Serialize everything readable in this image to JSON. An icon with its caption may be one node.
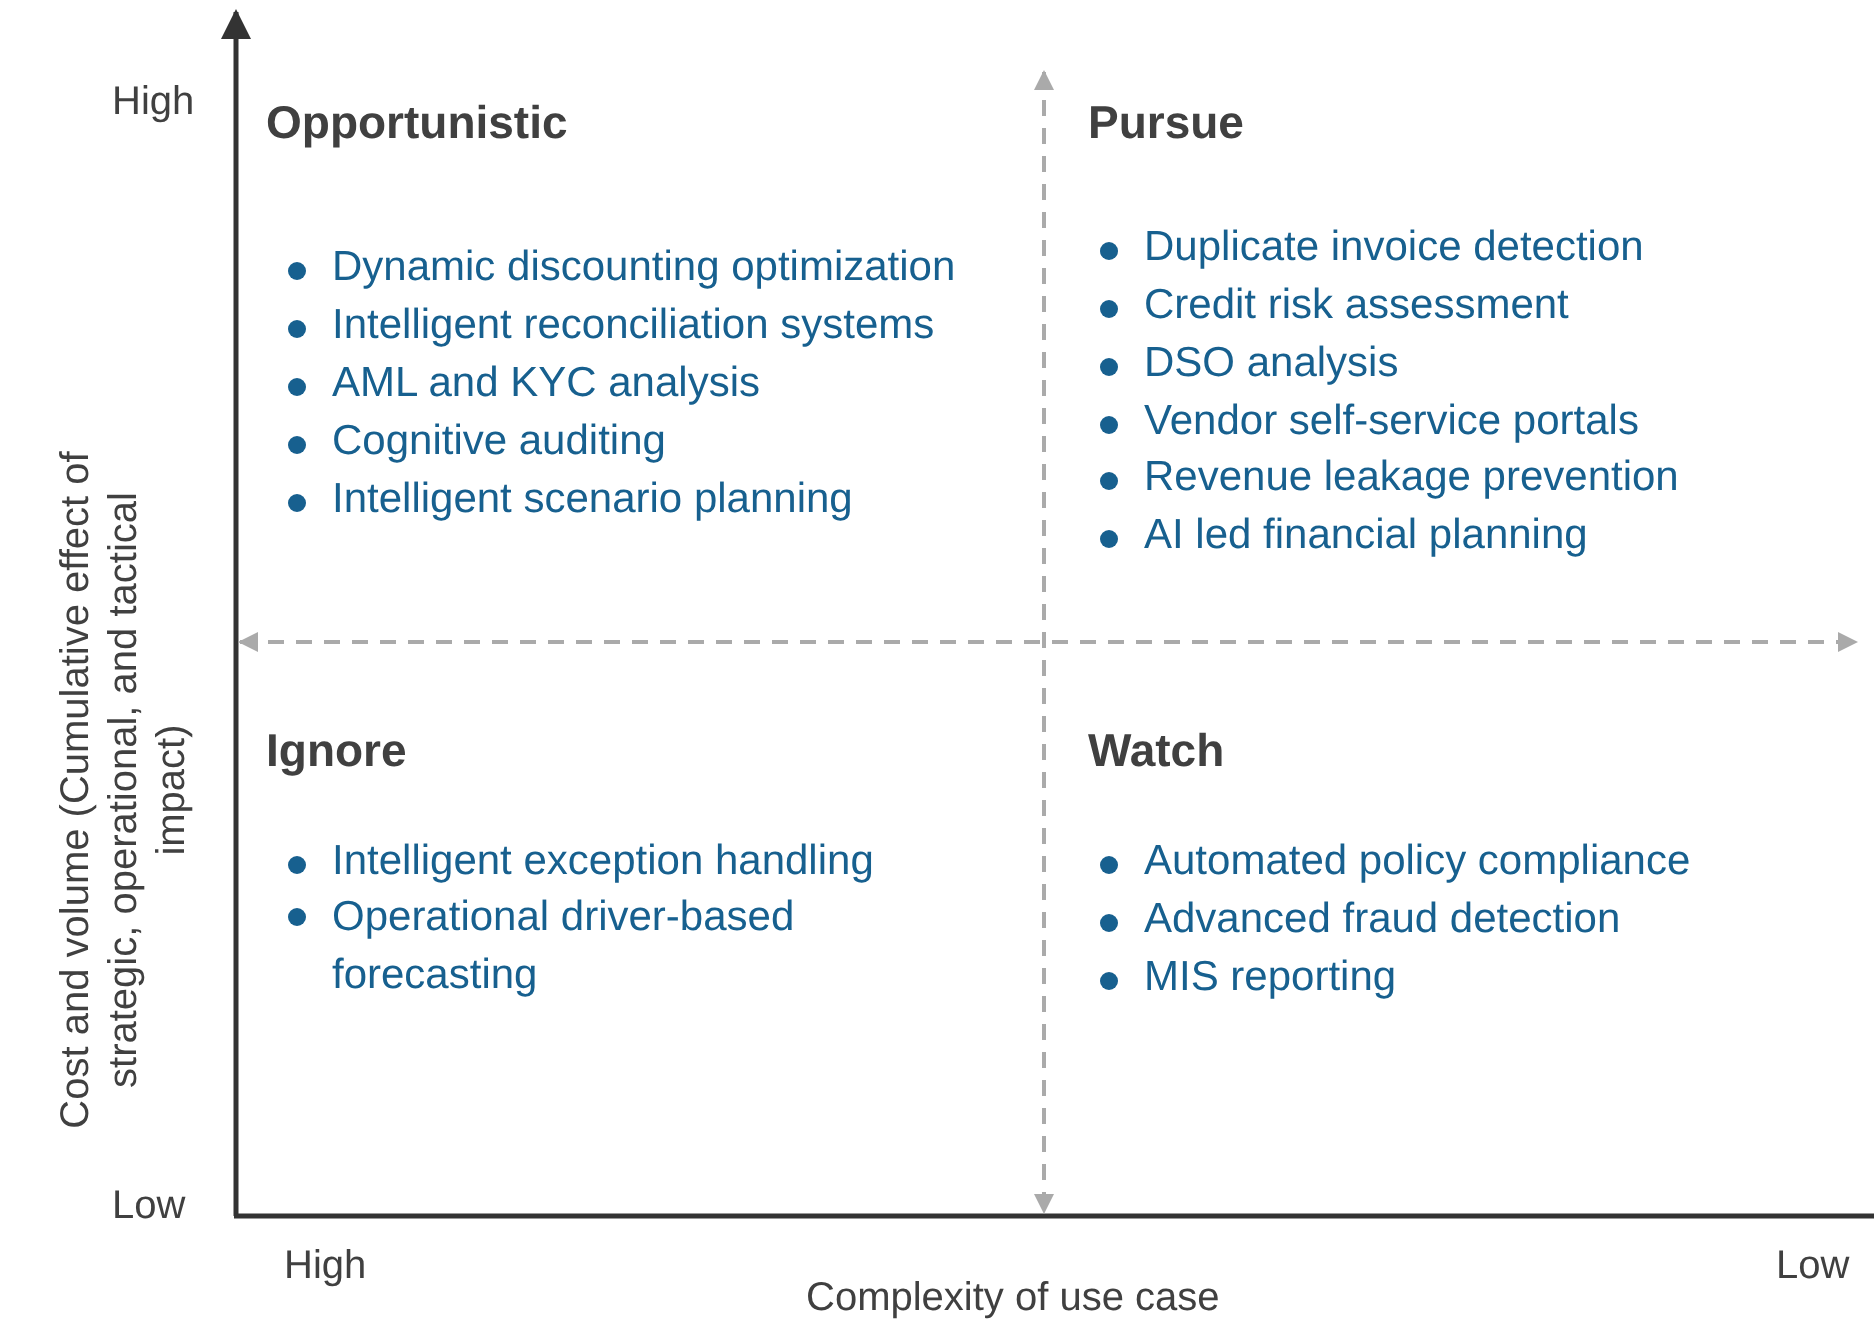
{
  "diagram": {
    "labels": [
      "High",
      "Opportunistic",
      "Dynamic discounting optimization",
      "Intelligent reconciliation systems",
      "AML and KYC analysis",
      "Cognitive auditing",
      "Intelligent scenario planning",
      "Pursue",
      "Duplicate invoice detection",
      "Credit risk assessment",
      "DSO analysis",
      "Vendor self-service portals",
      "Revenue leakage prevention",
      "AI led financial planning",
      "Cost and volume (Cumulative effect of strategic, operational, and tactical impact)",
      "Ignore",
      "Intelligent exception handling",
      "Operational driver-based forecasting",
      "Watch",
      "Automated policy compliance",
      "Advanced fraud detection",
      "MIS reporting",
      "Low",
      "High",
      "Low",
      "Complexity of use case"
    ]
  }
}
